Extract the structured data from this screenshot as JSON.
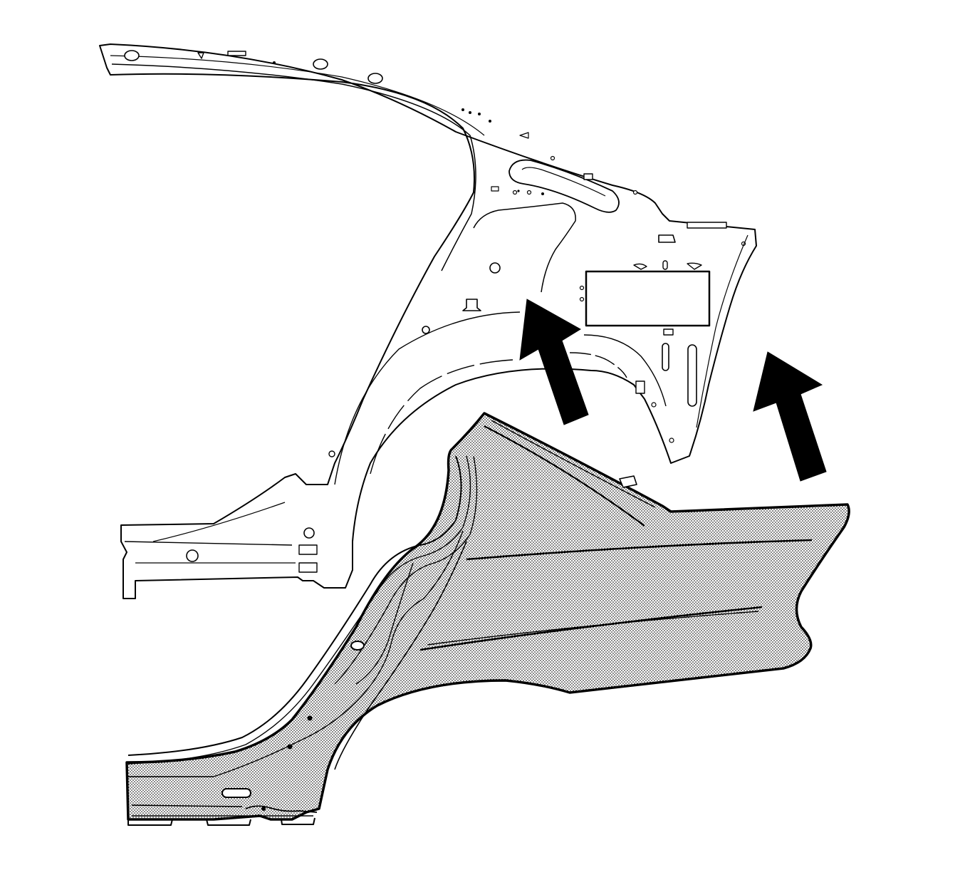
{
  "diagram": {
    "parts": [
      {
        "id": "inner-quarter-panel",
        "fill": "#ffffff"
      },
      {
        "id": "outer-quarter-panel",
        "fill": "#d4d4d4"
      }
    ],
    "arrows": [
      {
        "id": "arrow-left",
        "direction": "up-left",
        "color": "#000000"
      },
      {
        "id": "arrow-right",
        "direction": "up-left",
        "color": "#000000"
      }
    ],
    "colors": {
      "stroke": "#000000",
      "background": "#ffffff",
      "dot_pattern": "#000000"
    }
  }
}
